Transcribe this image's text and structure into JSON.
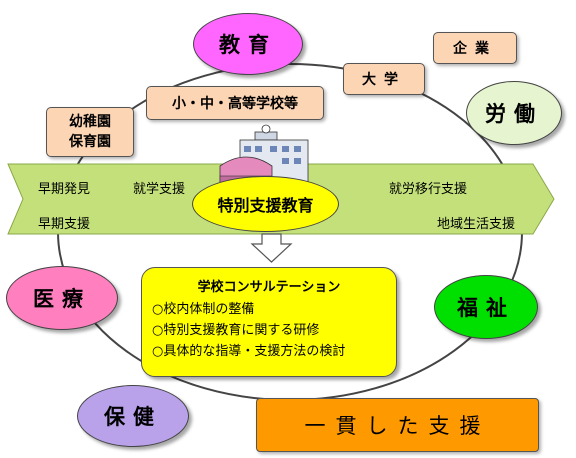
{
  "nodes": {
    "kyoiku": "教育",
    "kigyo": "企業",
    "daigaku": "大学",
    "shochuko": "小・中・高等学校等",
    "yochien_line1": "幼稚園",
    "yochien_line2": "保育園",
    "rodo": "労働",
    "iryo": "医療",
    "fukushi": "福祉",
    "hoken": "保健",
    "ikkan": "一貫した支援",
    "tokubetsu": "特別支援教育"
  },
  "arrow_labels": {
    "soki_hakken": "早期発見",
    "shugaku_shien": "就学支援",
    "shuro_ikou": "就労移行支援",
    "soki_shien": "早期支援",
    "chiiki_seikatsu": "地域生活支援"
  },
  "consultation": {
    "title": "学校コンサルテーション",
    "items": [
      "○校内体制の整備",
      "○特別支援教育に関する研修",
      "○具体的な指導・支援方法の検討"
    ]
  },
  "colors": {
    "kyoiku": "#ff66ff",
    "rodo": "#e6f5cf",
    "iryo": "#ff7fbf",
    "fukushi": "#00e000",
    "hoken": "#b9a2ea",
    "orange_box": "#fcd5b5",
    "ikkan": "#ff9900",
    "arrow": "#c3e07a",
    "tokubetsu": "#ffff00",
    "consult": "#ffff00"
  }
}
